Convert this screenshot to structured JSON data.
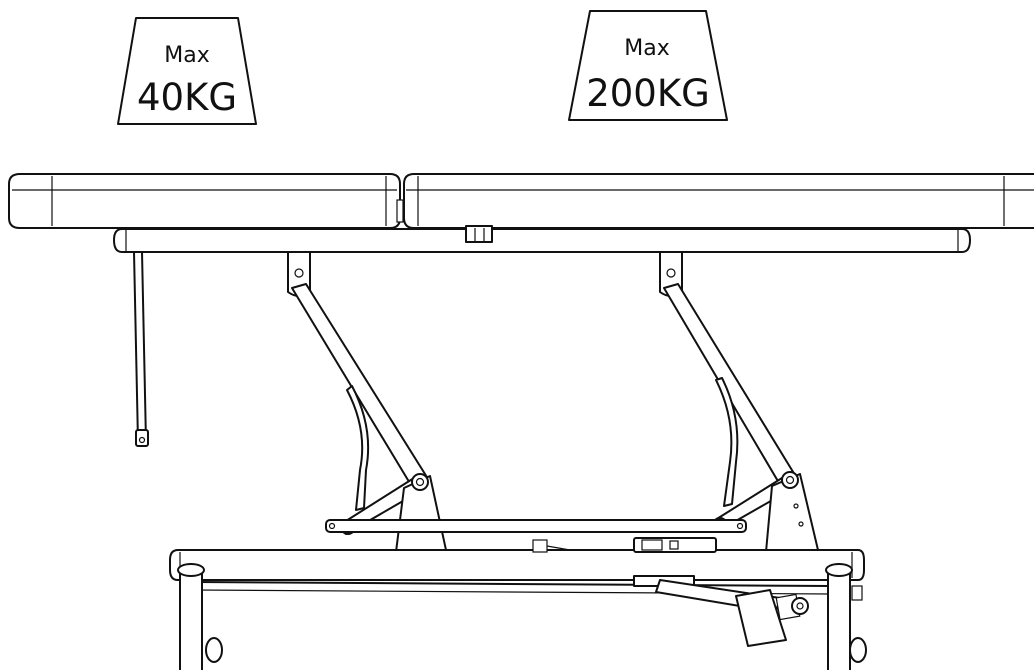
{
  "weights": [
    {
      "prefix": "Max",
      "value": "40KG"
    },
    {
      "prefix": "Max",
      "value": "200KG"
    }
  ]
}
